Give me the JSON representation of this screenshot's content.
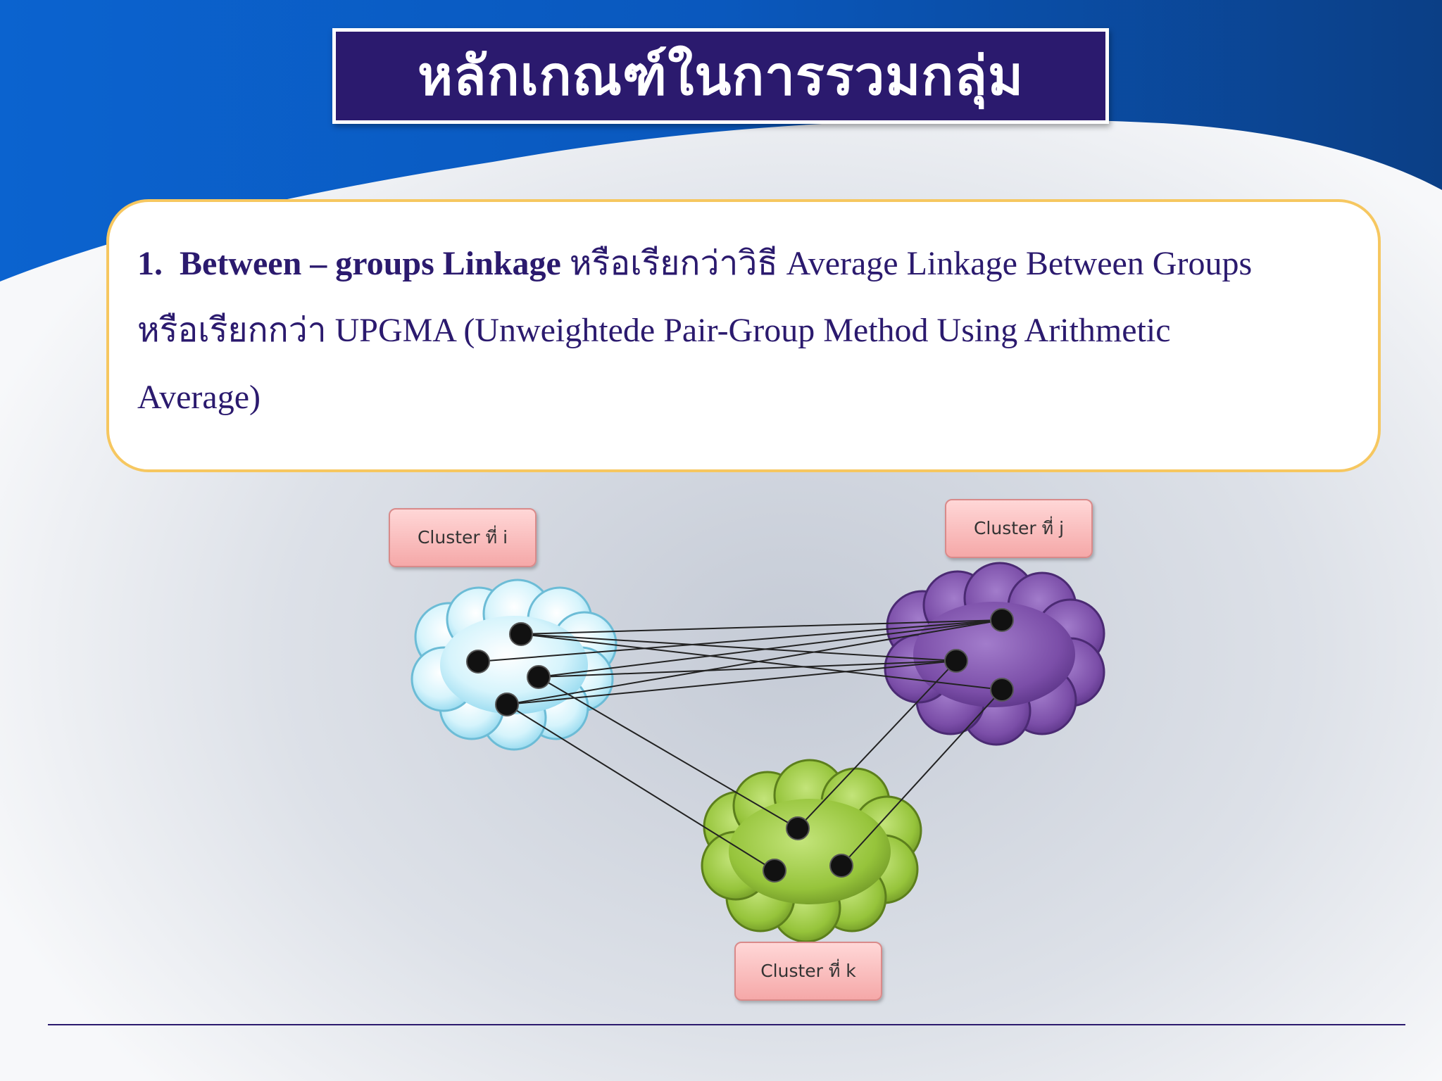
{
  "title": "หลักเกณฑ์ในการรวมกลุ่ม",
  "definition": {
    "number": "1.",
    "term": "Between – groups Linkage",
    "line1_rest": " หรือเรียกว่าวิธี Average Linkage Between Groups",
    "line2": "หรือเรียกกว่า UPGMA (Unweightede Pair-Group Method Using Arithmetic",
    "line3": "Average)"
  },
  "clusters": {
    "i": {
      "label": "Cluster ที่ i",
      "color": "#c9f0fb"
    },
    "j": {
      "label": "Cluster ที่ j",
      "color": "#7b4ea8"
    },
    "k": {
      "label": "Cluster ที่ k",
      "color": "#96c43b"
    }
  },
  "colors": {
    "title_bg": "#2b1a6e",
    "text": "#2b1a6e",
    "box_border": "#f6c760",
    "header_blue": "#0a5cc4"
  }
}
